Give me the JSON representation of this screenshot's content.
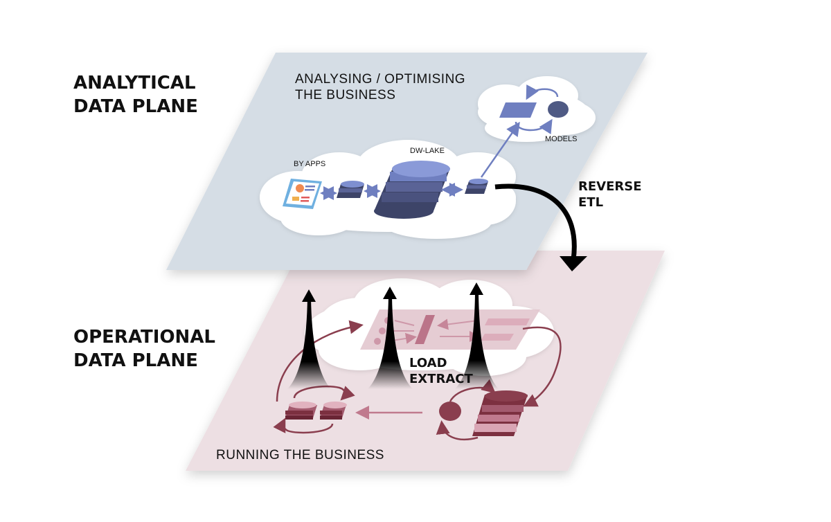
{
  "analytical_plane": {
    "side_title_line1": "ANALYTICAL",
    "side_title_line2": "DATA PLANE",
    "plane_title_line1": "ANALYSING / OPTIMISING",
    "plane_title_line2": "THE BUSINESS",
    "label_by_apps": "BY APPS",
    "label_dw_lake": "DW-LAKE",
    "label_models": "MODELS",
    "color": "#d5dde5",
    "accent": "#6f7fc0"
  },
  "reverse_etl": {
    "line1": "REVERSE",
    "line2": "ETL"
  },
  "operational_plane": {
    "side_title_line1": "OPERATIONAL",
    "side_title_line2": "DATA PLANE",
    "plane_title": "RUNNING THE BUSINESS",
    "color": "#eddfe3",
    "accent": "#7c3040"
  },
  "load_extract": {
    "line1": "LOAD",
    "line2": "EXTRACT"
  }
}
